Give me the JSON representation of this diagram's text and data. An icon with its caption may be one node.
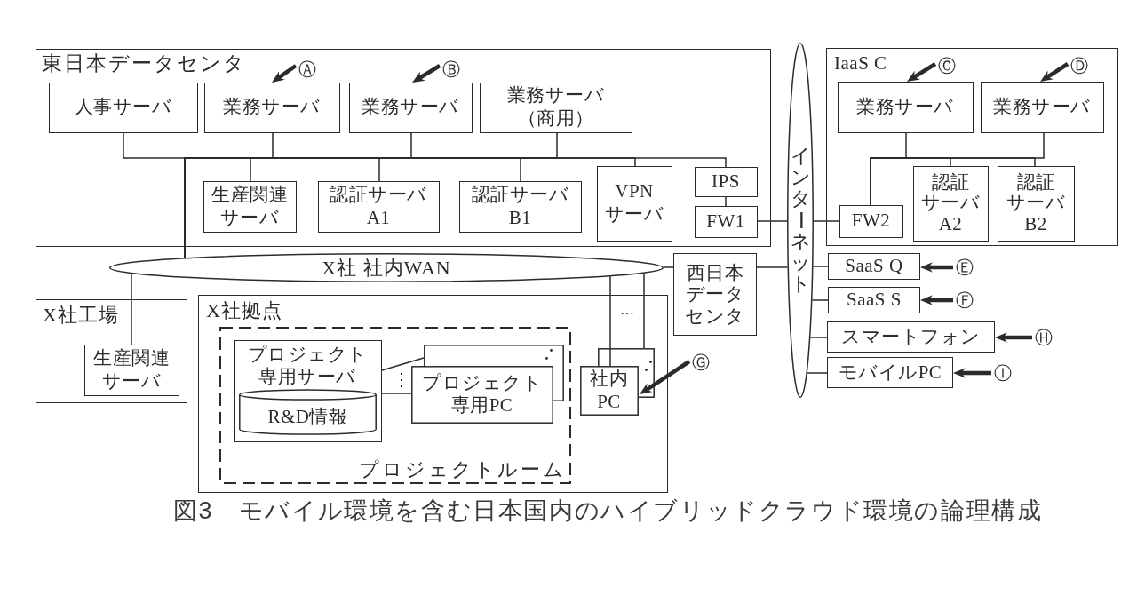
{
  "diagram": {
    "caption": "図3　モバイル環境を含む日本国内のハイブリッドクラウド環境の論理構成",
    "nodes": [
      {
        "text": [
          "東日本データセンタ"
        ]
      },
      {
        "text": [
          "Ⓐ"
        ],
        "in": 0
      },
      {
        "text": [
          "Ⓑ"
        ],
        "in": 0
      },
      {
        "text": [
          "人事サーバ"
        ],
        "in": 0
      },
      {
        "text": [
          "業務サーバ"
        ],
        "in": 0
      },
      {
        "text": [
          "業務サーバ"
        ],
        "in": 0
      },
      {
        "text": [
          "業務サーバ（商用）"
        ],
        "in": 0
      },
      {
        "text": [
          "生産関連サーバ"
        ],
        "in": 0
      },
      {
        "text": [
          "認証サーバA1"
        ],
        "in": 0
      },
      {
        "text": [
          "認証サーバB1"
        ],
        "in": 0
      },
      {
        "text": [
          "VPNサーバ"
        ],
        "in": 0
      },
      {
        "text": [
          "IPS"
        ],
        "in": 0
      },
      {
        "text": [
          "FW1"
        ],
        "in": 0
      },
      {
        "text": [
          "インターネット"
        ]
      },
      {
        "text": [
          "IaaS C"
        ]
      },
      {
        "text": [
          "Ⓒ"
        ],
        "in": 14
      },
      {
        "text": [
          "Ⓓ"
        ],
        "in": 14
      },
      {
        "text": [
          "業務サーバ"
        ],
        "in": 14
      },
      {
        "text": [
          "業務サーバ"
        ],
        "in": 14
      },
      {
        "text": [
          "FW2"
        ],
        "in": 14
      },
      {
        "text": [
          "認証サーバA2"
        ],
        "in": 14
      },
      {
        "text": [
          "認証サーバB2"
        ],
        "in": 14
      },
      {
        "text": [
          "X社 社内WAN"
        ]
      },
      {
        "text": [
          "西日本データセンタ"
        ]
      },
      {
        "text": [
          "SaaS Q"
        ]
      },
      {
        "text": [
          "Ⓔ"
        ]
      },
      {
        "text": [
          "SaaS S"
        ]
      },
      {
        "text": [
          "Ⓕ"
        ]
      },
      {
        "text": [
          "X社工場"
        ]
      },
      {
        "text": [
          "生産関連サーバ"
        ],
        "in": 28
      },
      {
        "text": [
          "X社拠点"
        ]
      },
      {
        "text": [
          "プロジェクトルーム"
        ],
        "in": 30
      },
      {
        "text": [
          "プロジェクト専用サーバ"
        ],
        "in": 31
      },
      {
        "text": [
          "R&D情報"
        ],
        "in": 32
      },
      {
        "text": [
          "プロジェクト専用PC"
        ],
        "in": 31
      },
      {
        "text": [
          "社内PC"
        ],
        "in": 30
      },
      {
        "text": [
          "Ⓖ"
        ]
      },
      {
        "text": [
          "スマートフォン"
        ]
      },
      {
        "text": [
          "Ⓗ"
        ]
      },
      {
        "text": [
          "モバイルPC"
        ]
      },
      {
        "text": [
          "Ⓘ"
        ]
      }
    ],
    "edges": [
      {
        "from": 3,
        "to": 22,
        "arrow": "none"
      },
      {
        "from": 4,
        "to": 22,
        "arrow": "none"
      },
      {
        "from": 5,
        "to": 22,
        "arrow": "none"
      },
      {
        "from": 6,
        "to": 22,
        "arrow": "none"
      },
      {
        "from": 7,
        "to": 22,
        "arrow": "none"
      },
      {
        "from": 8,
        "to": 22,
        "arrow": "none"
      },
      {
        "from": 9,
        "to": 22,
        "arrow": "none"
      },
      {
        "from": 10,
        "to": 22,
        "arrow": "none"
      },
      {
        "from": 11,
        "to": 22,
        "arrow": "none"
      },
      {
        "from": 11,
        "to": 12,
        "arrow": "none"
      },
      {
        "from": 12,
        "to": 13,
        "arrow": "none"
      },
      {
        "from": 17,
        "to": 19,
        "arrow": "none"
      },
      {
        "from": 18,
        "to": 19,
        "arrow": "none"
      },
      {
        "from": 20,
        "to": 19,
        "arrow": "none"
      },
      {
        "from": 21,
        "to": 19,
        "arrow": "none"
      },
      {
        "from": 19,
        "to": 13,
        "arrow": "none"
      },
      {
        "from": 22,
        "to": 23,
        "arrow": "none"
      },
      {
        "from": 23,
        "to": 13,
        "arrow": "none"
      },
      {
        "from": 22,
        "to": 29,
        "arrow": "none"
      },
      {
        "from": 22,
        "to": 35,
        "arrow": "none"
      },
      {
        "from": 22,
        "to": 35,
        "arrow": "none"
      },
      {
        "from": 32,
        "to": 34,
        "arrow": "none"
      },
      {
        "from": 32,
        "to": 34,
        "arrow": "none"
      },
      {
        "from": 13,
        "to": 24,
        "arrow": "none"
      },
      {
        "from": 13,
        "to": 26,
        "arrow": "none"
      },
      {
        "from": 13,
        "to": 37,
        "arrow": "none"
      },
      {
        "from": 13,
        "to": 39,
        "arrow": "none"
      },
      {
        "from": 1,
        "to": 4,
        "arrow": "to",
        "style": "thick"
      },
      {
        "from": 2,
        "to": 5,
        "arrow": "to",
        "style": "thick"
      },
      {
        "from": 15,
        "to": 17,
        "arrow": "to",
        "style": "thick"
      },
      {
        "from": 16,
        "to": 18,
        "arrow": "to",
        "style": "thick"
      },
      {
        "from": 25,
        "to": 24,
        "arrow": "to",
        "style": "thick"
      },
      {
        "from": 27,
        "to": 26,
        "arrow": "to",
        "style": "thick"
      },
      {
        "from": 36,
        "to": 35,
        "arrow": "to",
        "style": "thick"
      },
      {
        "from": 38,
        "to": 37,
        "arrow": "to",
        "style": "thick"
      },
      {
        "from": 40,
        "to": 39,
        "arrow": "to",
        "style": "thick"
      }
    ],
    "labels": [
      "…",
      "⋮"
    ]
  }
}
